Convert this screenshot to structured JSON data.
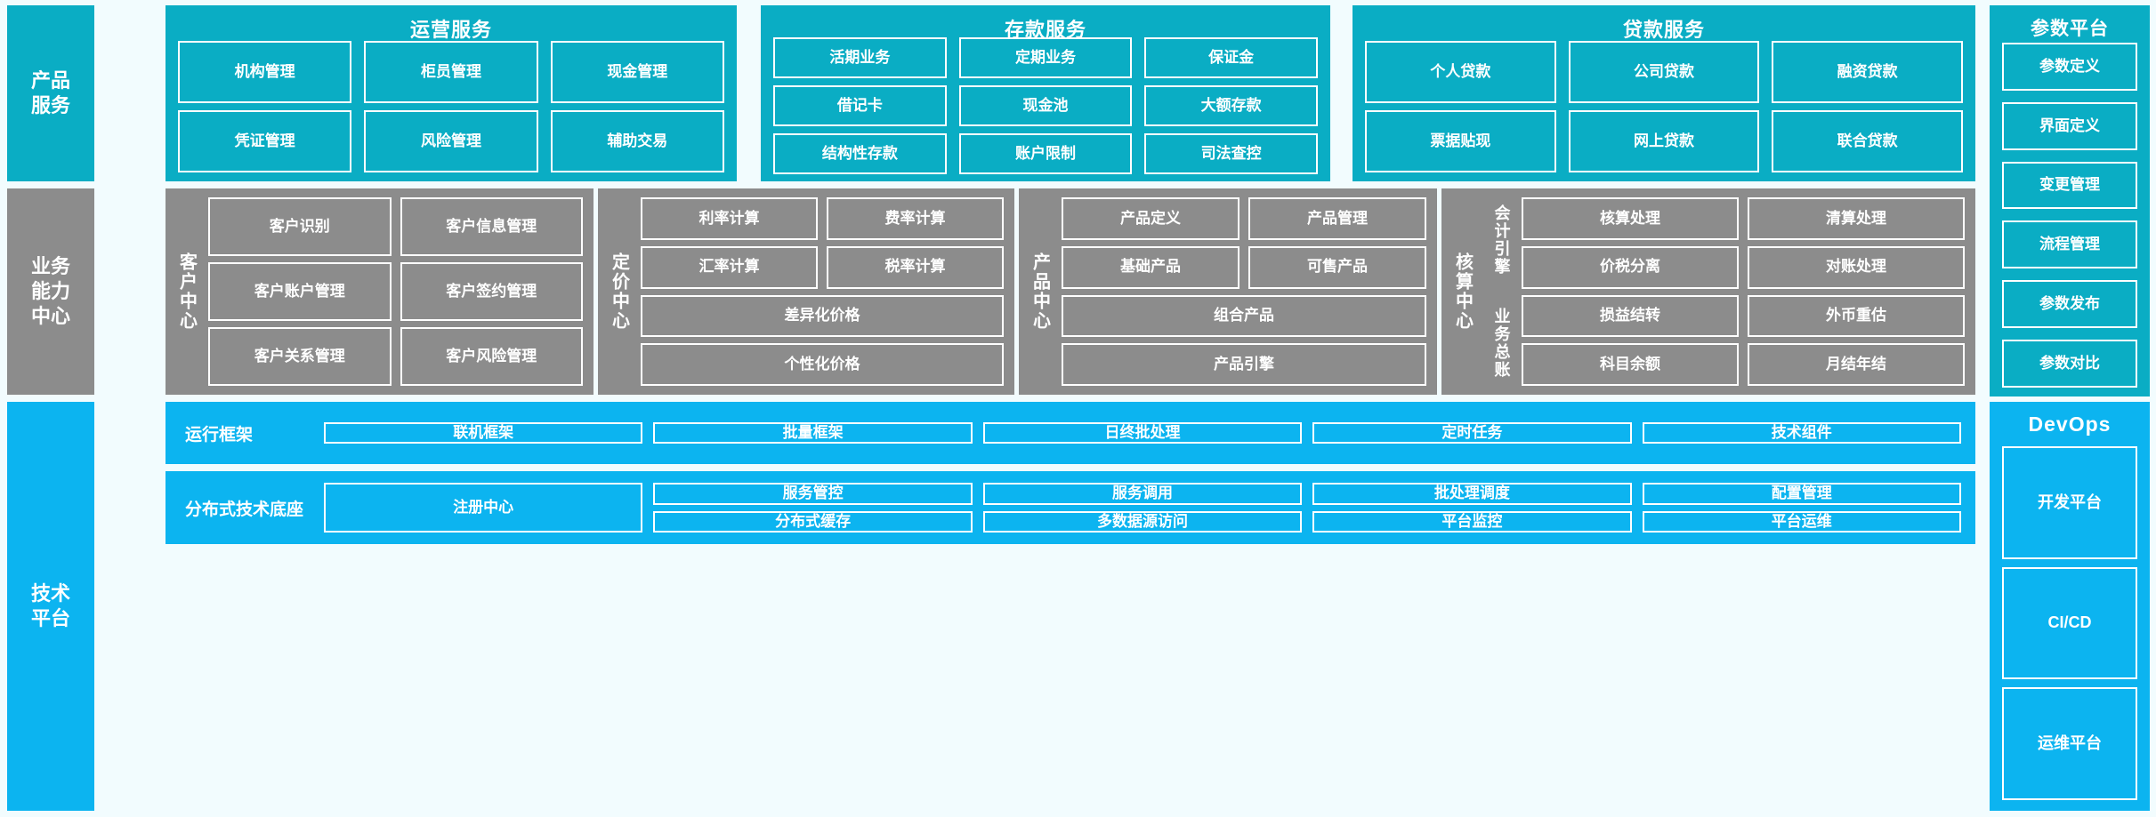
{
  "colors": {
    "teal": "#0aadc4",
    "grey": "#8c8c8c",
    "blue": "#0cb4f0",
    "page_background": "#f2fcfe",
    "tile_border": "#ffffff",
    "text": "#ffffff"
  },
  "rows": {
    "product_service": {
      "rail_label": "产品\n服务",
      "panels": [
        {
          "title": "运营服务",
          "tiles": [
            "机构管理",
            "柜员管理",
            "现金管理",
            "凭证管理",
            "风险管理",
            "辅助交易"
          ]
        },
        {
          "title": "存款服务",
          "tiles": [
            "活期业务",
            "定期业务",
            "保证金",
            "借记卡",
            "现金池",
            "大额存款",
            "结构性存款",
            "账户限制",
            "司法查控"
          ]
        },
        {
          "title": "贷款服务",
          "tiles": [
            "个人贷款",
            "公司贷款",
            "融资贷款",
            "票据贴现",
            "网上贷款",
            "联合贷款"
          ]
        }
      ]
    },
    "business_capability": {
      "rail_label": "业务\n能力\n中心",
      "centers": [
        {
          "label": "客户中心",
          "tiles": [
            "客户识别",
            "客户信息管理",
            "客户账户管理",
            "客户签约管理",
            "客户关系管理",
            "客户风险管理"
          ]
        },
        {
          "label": "定价中心",
          "tiles": [
            "利率计算",
            "费率计算",
            "汇率计算",
            "税率计算",
            "差异化价格",
            "个性化价格"
          ]
        },
        {
          "label": "产品中心",
          "tiles": [
            "产品定义",
            "产品管理",
            "基础产品",
            "可售产品",
            "组合产品",
            "产品引擎"
          ]
        },
        {
          "label": "核算中心",
          "sublabels": [
            "会计引擎",
            "业务总账"
          ],
          "tiles": [
            "核算处理",
            "清算处理",
            "价税分离",
            "对账处理",
            "损益结转",
            "外币重估",
            "科目余额",
            "月结年结"
          ]
        }
      ]
    },
    "technology_platform": {
      "rail_label": "技术\n平台",
      "strips": [
        {
          "label": "运行框架",
          "tiles": [
            "联机框架",
            "批量框架",
            "日终批处理",
            "定时任务",
            "技术组件"
          ]
        },
        {
          "label": "分布式技术底座",
          "featured_tile": "注册中心",
          "tiles": [
            "服务管控",
            "服务调用",
            "批处理调度",
            "配置管理",
            "分布式缓存",
            "多数据源访问",
            "平台监控",
            "平台运维"
          ]
        }
      ]
    }
  },
  "sidebars": {
    "parameter_platform": {
      "title": "参数平台",
      "items": [
        "参数定义",
        "界面定义",
        "变更管理",
        "流程管理",
        "参数发布",
        "参数对比"
      ]
    },
    "devops": {
      "title": "DevOps",
      "items": [
        "开发平台",
        "CI/CD",
        "运维平台"
      ]
    }
  }
}
